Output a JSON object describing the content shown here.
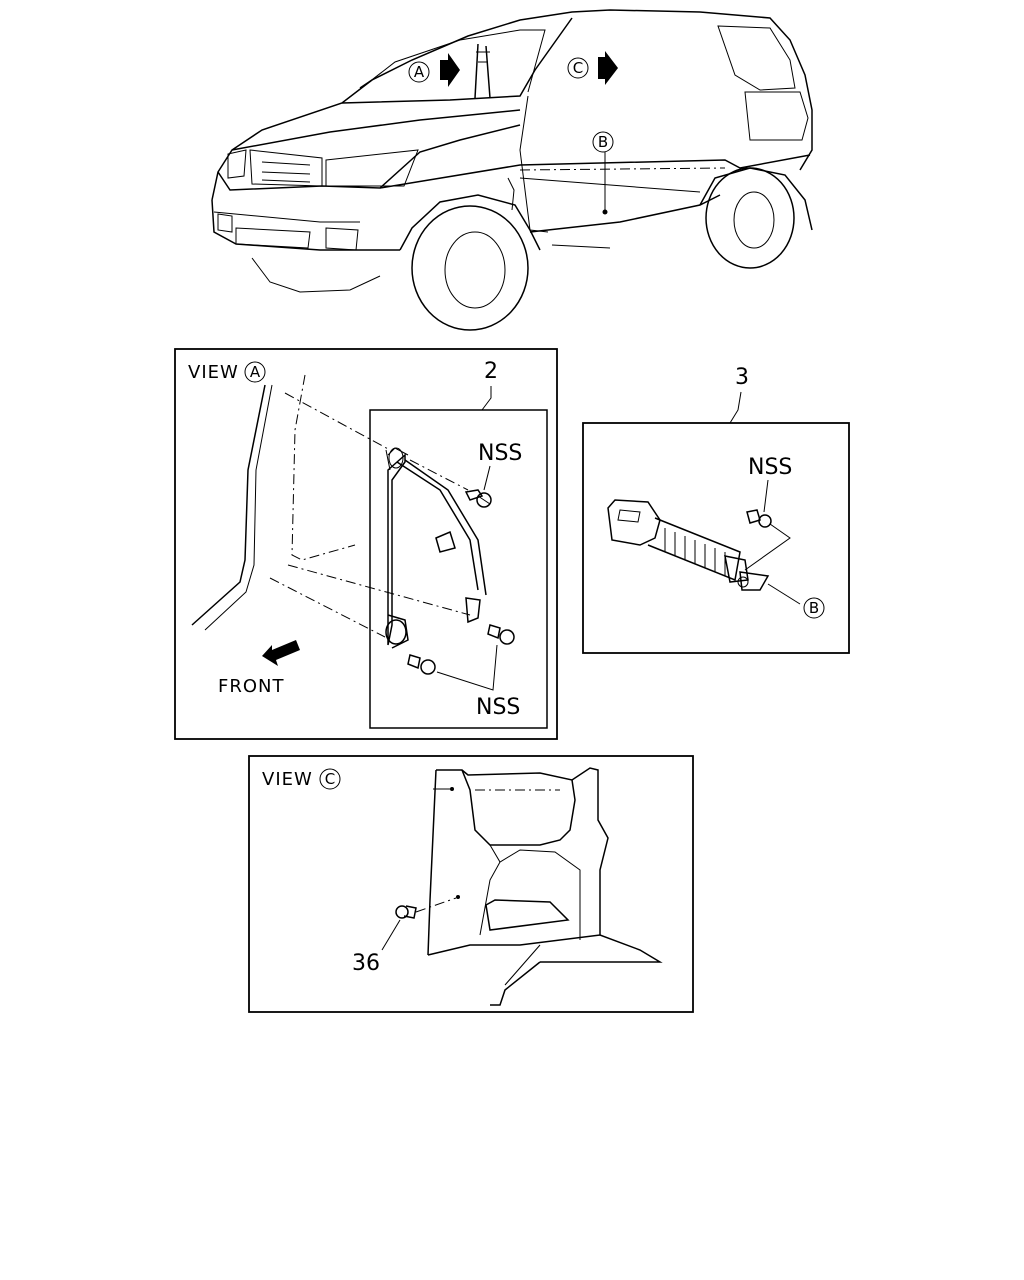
{
  "callouts": {
    "a": "A",
    "b": "B",
    "c": "C"
  },
  "view_a": {
    "title_prefix": "VIEW",
    "title_letter": "A",
    "part_number": "2",
    "nss_top": "NSS",
    "nss_bottom": "NSS",
    "front_label": "FRONT"
  },
  "part3": {
    "part_number": "3",
    "nss": "NSS",
    "ref_letter": "B"
  },
  "view_c": {
    "title_prefix": "VIEW",
    "title_letter": "C",
    "part_number": "36"
  }
}
